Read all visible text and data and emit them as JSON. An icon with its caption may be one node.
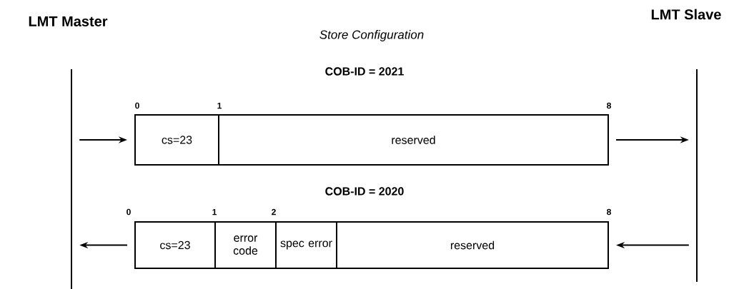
{
  "diagram": {
    "title": "Store Configuration",
    "nodes": [
      {
        "text": [
          "LMT Master"
        ]
      },
      {
        "text": [
          "LMT Slave"
        ]
      },
      {
        "text": [
          "cs=23"
        ]
      },
      {
        "text": [
          "reserved"
        ]
      },
      {
        "text": [
          "cs=23"
        ]
      },
      {
        "text": [
          "error code"
        ]
      },
      {
        "text": [
          "spec error"
        ]
      },
      {
        "text": [
          "reserved"
        ]
      }
    ],
    "edges": [
      {
        "from": 0,
        "to": 2,
        "arrow": "to"
      },
      {
        "from": 3,
        "to": 1,
        "arrow": "to"
      },
      {
        "from": 1,
        "to": 7,
        "arrow": "to"
      },
      {
        "from": 4,
        "to": 0,
        "arrow": "to"
      }
    ],
    "labels": [
      "COB-ID = 2021",
      "0",
      "1",
      "8",
      "COB-ID = 2020",
      "0",
      "1",
      "2",
      "8"
    ]
  }
}
